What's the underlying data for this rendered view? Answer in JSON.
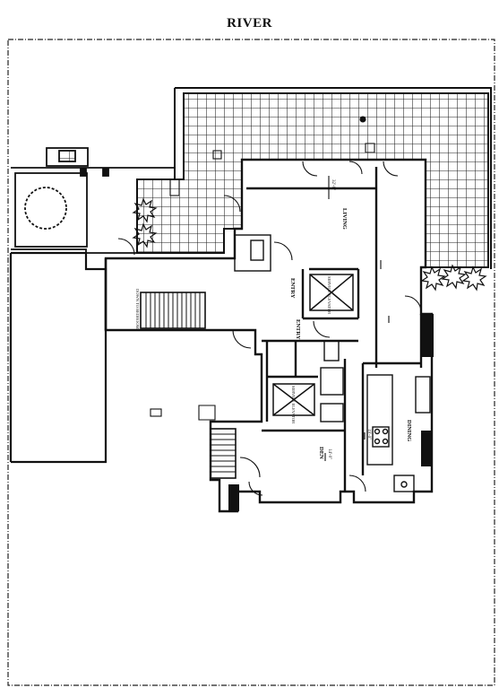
{
  "plan": {
    "title": "RIVER",
    "rooms": {
      "living": "LIVING",
      "dining": "DINING",
      "den": "DEN",
      "entry": "ENTRY",
      "entry2": "ENTRY"
    },
    "labels": {
      "elevator1": "SERVICE ELEVATOR",
      "elevator2": "SERVICE ELEVATOR",
      "stair": "DOWN TO BEDROOMS",
      "dim_living": "32'-0\"",
      "dim_dining": "19'-0\"",
      "dim_den": "14'-0\""
    },
    "colors": {
      "ink": "#111111",
      "paper": "#ffffff"
    }
  }
}
